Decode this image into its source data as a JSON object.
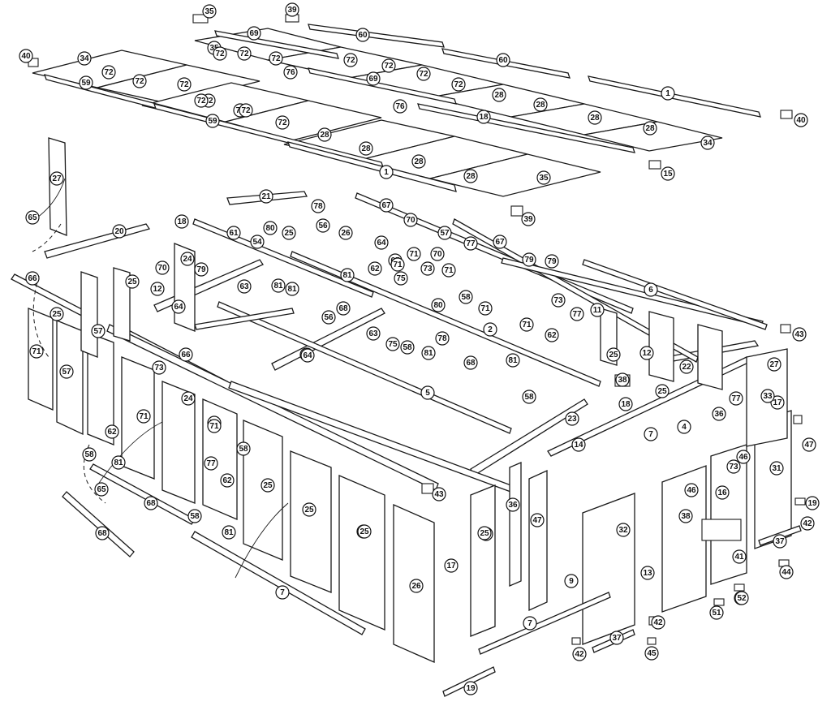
{
  "diagram": {
    "colors": {
      "line": "#1a1a1a",
      "background": "#ffffff"
    },
    "callouts": [
      "35",
      "39",
      "69",
      "60",
      "40",
      "34",
      "72",
      "72",
      "72",
      "72",
      "72",
      "76",
      "72",
      "60",
      "1",
      "59",
      "72",
      "72",
      "69",
      "72",
      "72",
      "72",
      "28",
      "35",
      "72",
      "72",
      "72",
      "76",
      "18",
      "28",
      "28",
      "40",
      "59",
      "72",
      "28",
      "34",
      "28",
      "28",
      "28",
      "28",
      "1",
      "15",
      "27",
      "35",
      "65",
      "21",
      "67",
      "70",
      "39",
      "18",
      "80",
      "56",
      "78",
      "57",
      "20",
      "61",
      "54",
      "25",
      "26",
      "67",
      "64",
      "77",
      "24",
      "79",
      "65",
      "70",
      "71",
      "70",
      "79",
      "66",
      "25",
      "12",
      "63",
      "81",
      "81",
      "75",
      "73",
      "62",
      "71",
      "57",
      "64",
      "6",
      "79",
      "68",
      "73",
      "58",
      "25",
      "80",
      "64",
      "71",
      "77",
      "11",
      "71",
      "56",
      "63",
      "62",
      "75",
      "58",
      "78",
      "12",
      "2",
      "71",
      "43",
      "81",
      "81",
      "68",
      "22",
      "64",
      "27",
      "25",
      "73",
      "66",
      "81",
      "38",
      "17",
      "71",
      "57",
      "5",
      "58",
      "25",
      "24",
      "77",
      "18",
      "71",
      "23",
      "71",
      "14",
      "7",
      "36",
      "4",
      "46",
      "47",
      "62",
      "71",
      "58",
      "73",
      "31",
      "33",
      "81",
      "65",
      "58",
      "77",
      "62",
      "46",
      "16",
      "19",
      "38",
      "68",
      "81",
      "58",
      "43",
      "25",
      "25",
      "24",
      "4",
      "36",
      "47",
      "32",
      "13",
      "41",
      "42",
      "52",
      "25",
      "25",
      "26",
      "17",
      "9",
      "37",
      "37",
      "44",
      "7",
      "7",
      "42",
      "51",
      "52",
      "42",
      "45",
      "68",
      "19"
    ]
  }
}
